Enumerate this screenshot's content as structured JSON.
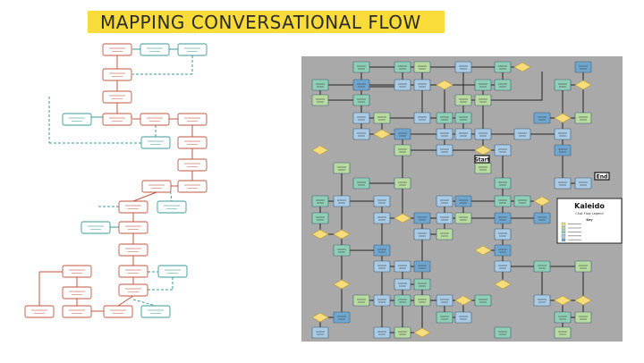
{
  "slide": {
    "title": "MAPPING CONVERSATIONAL FLOW",
    "banner_color": "#f9dc3a"
  },
  "left_diagram": {
    "colors": {
      "primary_path": "#c0553f",
      "alternate_path": "#3a9a9a"
    }
  },
  "right_diagram": {
    "background": "#a9a9a9",
    "start_label": "Start",
    "end_label": "End",
    "legend": {
      "title": "Kaleido",
      "subtitle": "Chat Flow Legend",
      "heading": "Key"
    },
    "colors": {
      "decision": "#f6dc7a",
      "green": "#b8dca0",
      "teal": "#8fcfb5",
      "blue": "#a9cbe6",
      "blue_dark": "#6fa6cf"
    }
  }
}
